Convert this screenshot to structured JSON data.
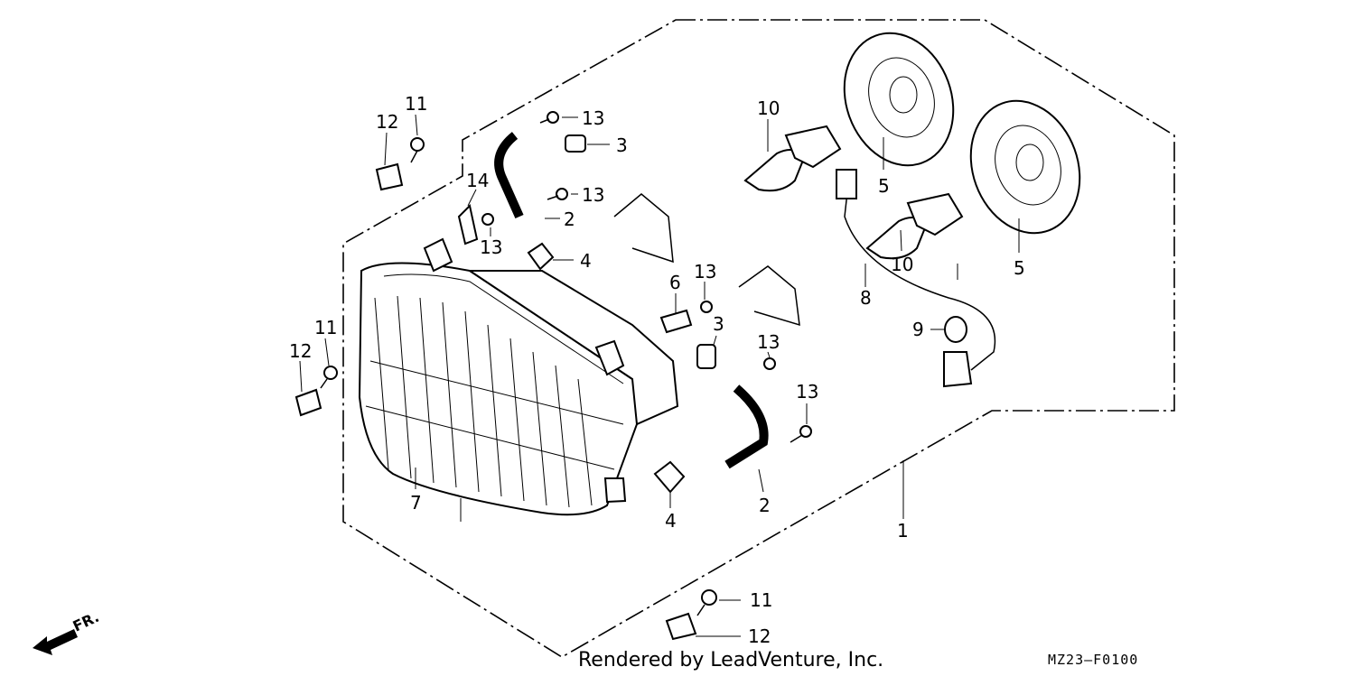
{
  "credit": "Rendered by LeadVenture, Inc.",
  "diagram_code": "MZ23–F0100",
  "direction_label": "FR.",
  "callouts": {
    "c1": "1",
    "c2a": "2",
    "c2b": "2",
    "c3a": "3",
    "c3b": "3",
    "c4a": "4",
    "c4b": "4",
    "c5a": "5",
    "c5b": "5",
    "c6": "6",
    "c7": "7",
    "c8": "8",
    "c9": "9",
    "c10a": "10",
    "c10b": "10",
    "c11a": "11",
    "c11b": "11",
    "c11c": "11",
    "c12a": "12",
    "c12b": "12",
    "c12c": "12",
    "c13a": "13",
    "c13b": "13",
    "c13c": "13",
    "c13d": "13",
    "c13e": "13",
    "c13f": "13",
    "c14": "14"
  },
  "colors": {
    "ink": "#000000",
    "background": "#ffffff"
  }
}
